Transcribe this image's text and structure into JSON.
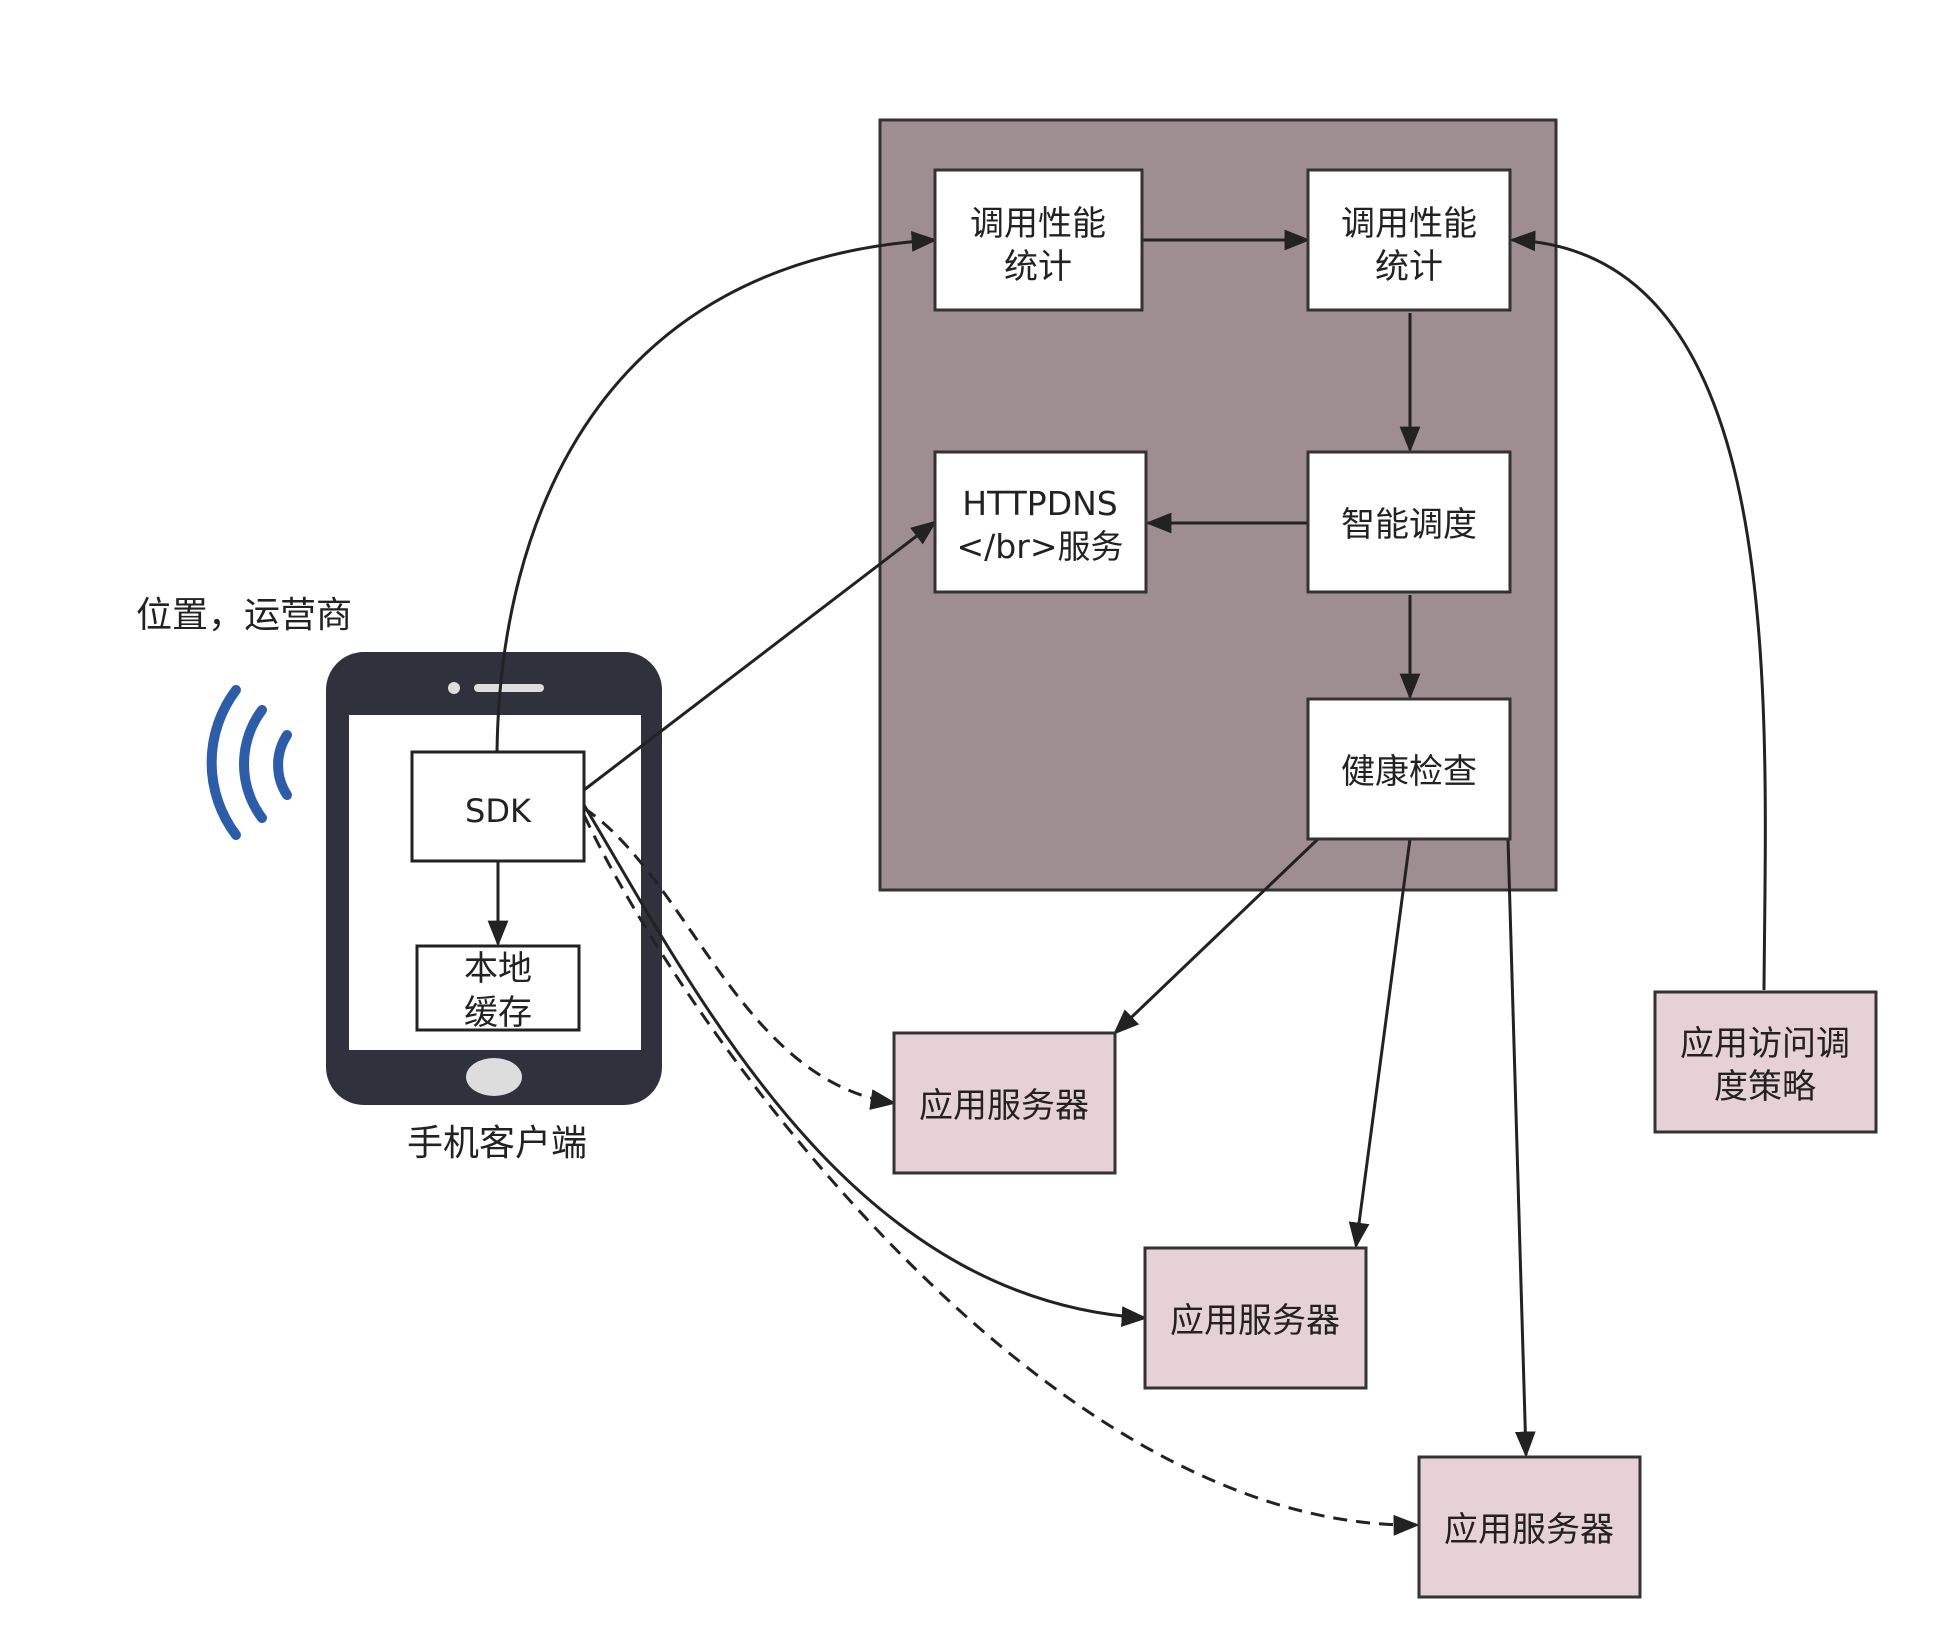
{
  "labels": {
    "location": "位置，运营商",
    "phone": "手机客户端"
  },
  "boxes": {
    "stats_1": [
      "调用性能",
      "统计"
    ],
    "stats_2": [
      "调用性能",
      "统计"
    ],
    "httpdns": [
      "HTTPDNS",
      "</br>服务"
    ],
    "scheduler": [
      "智能调度"
    ],
    "health": [
      "健康检查"
    ],
    "sdk": [
      "SDK"
    ],
    "cache": [
      "本地",
      "缓存"
    ],
    "app_server_1": [
      "应用服务器"
    ],
    "app_server_2": [
      "应用服务器"
    ],
    "app_server_3": [
      "应用服务器"
    ],
    "policy": [
      "应用访问调",
      "度策略"
    ]
  },
  "colors": {
    "cluster_fill": "#9e8e92",
    "server_fill": "#e6d1d7",
    "stroke": "#222222",
    "phone_body": "#2f323c",
    "signal": "#2d5da8"
  }
}
